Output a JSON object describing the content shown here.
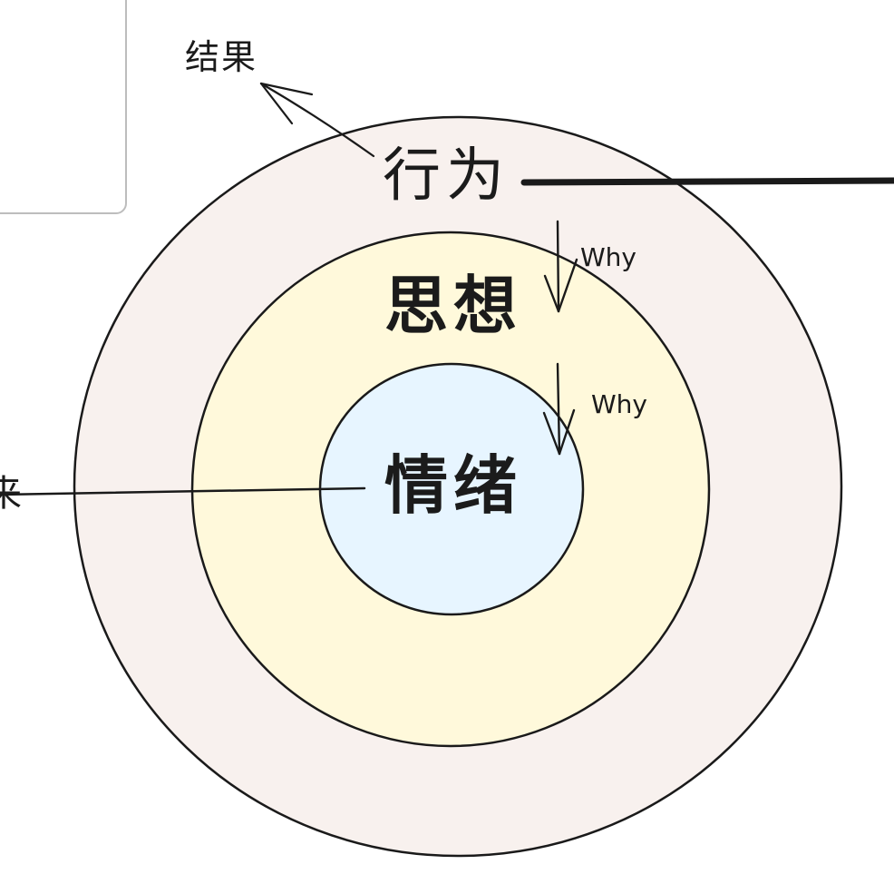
{
  "diagram": {
    "rings": [
      {
        "id": "outer",
        "label": "行为",
        "fill": "#f8f1ee",
        "stroke": "#1a1a1a"
      },
      {
        "id": "middle",
        "label": "思想",
        "fill": "#fff9db",
        "stroke": "#1a1a1a"
      },
      {
        "id": "inner",
        "label": "情绪",
        "fill": "#e7f5ff",
        "stroke": "#1a1a1a"
      }
    ],
    "annotations": {
      "result": "结果",
      "why_1": "Why",
      "why_2": "Why",
      "cut_left": "来"
    },
    "colors": {
      "ink": "#1a1a1a",
      "box_border": "#bdbdbd"
    }
  }
}
